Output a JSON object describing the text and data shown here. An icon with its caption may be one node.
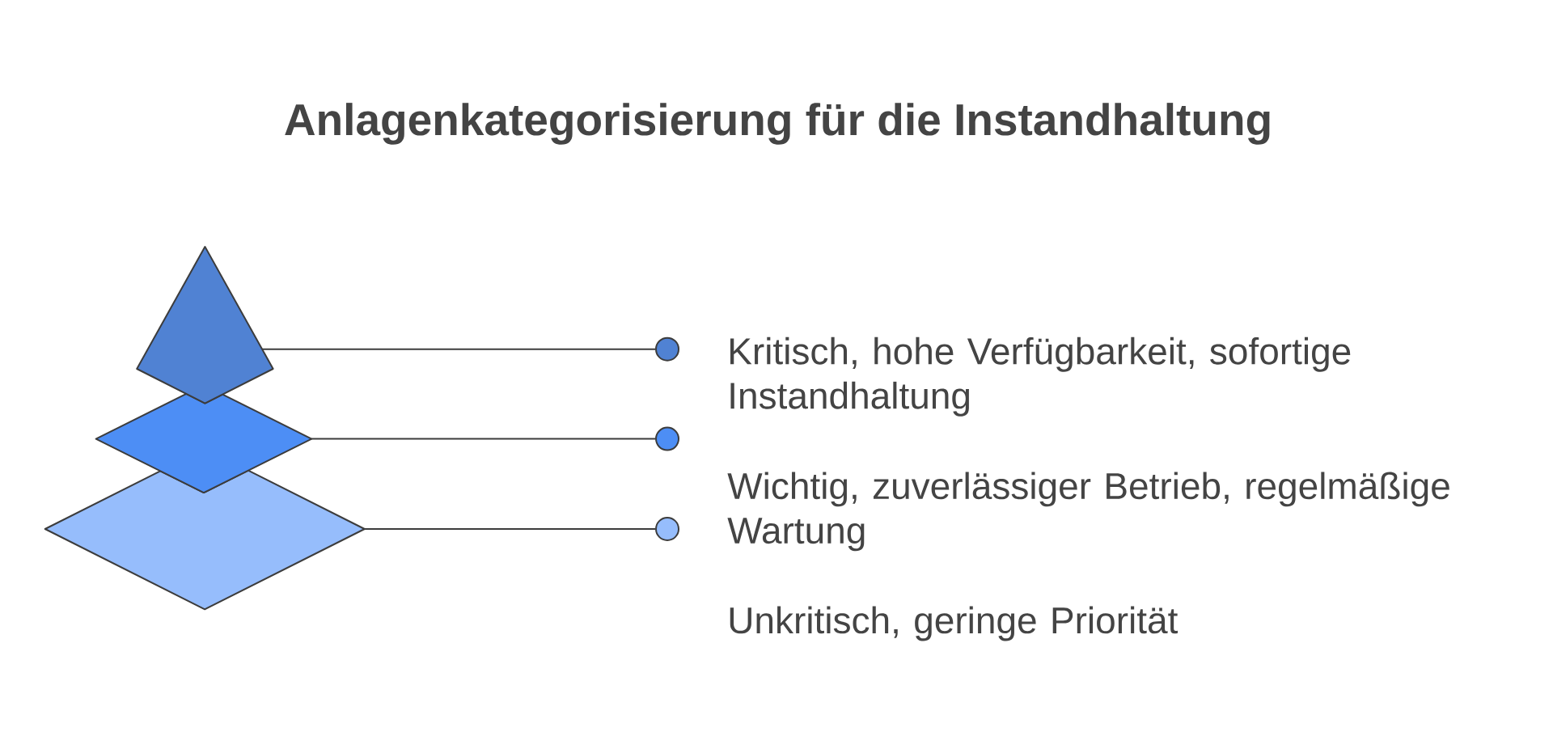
{
  "diagram": {
    "title": "Anlagenkategorisierung für die Instandhaltung",
    "nodes": [
      {
        "text": [],
        "shape": "triangle"
      },
      {
        "text": [],
        "shape": "diamond"
      },
      {
        "text": [],
        "shape": "diamond"
      },
      {
        "text": [],
        "shape": "circle"
      },
      {
        "text": [],
        "shape": "circle"
      },
      {
        "text": [],
        "shape": "circle"
      }
    ],
    "edges": [
      {
        "from": 0,
        "to": 3,
        "arrow": "none"
      },
      {
        "from": 1,
        "to": 4,
        "arrow": "none"
      },
      {
        "from": 2,
        "to": 5,
        "arrow": "none"
      }
    ],
    "labels": [
      "Kritisch, hohe Verfügbarkeit, sofortige Instandhaltung",
      "Wichtig, zuverlässiger Betrieb, regelmäßige Wartung",
      "Unkritisch, geringe Priorität"
    ]
  }
}
